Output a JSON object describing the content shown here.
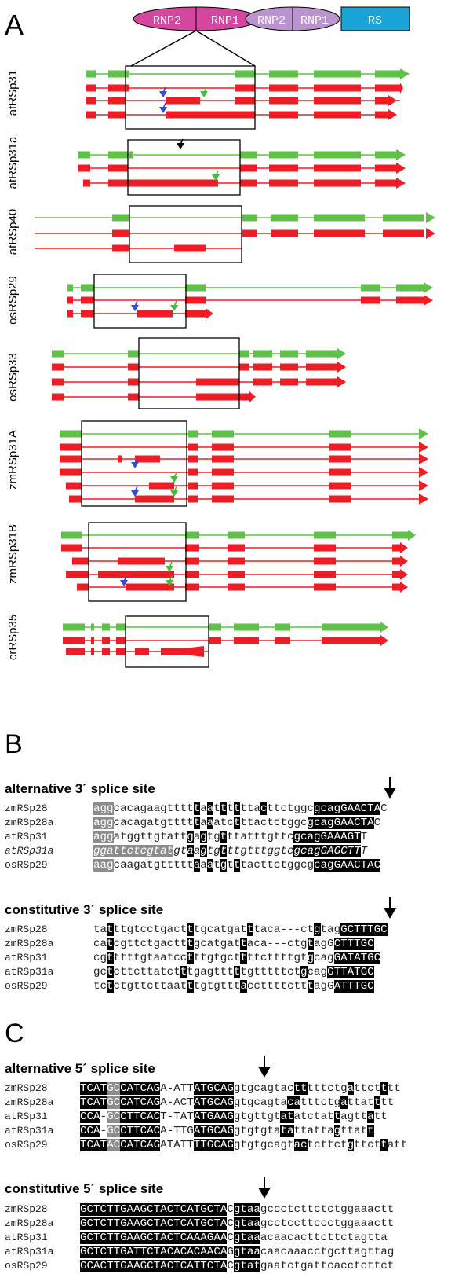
{
  "panels": {
    "A": "A",
    "B": "B",
    "C": "C"
  },
  "domains": {
    "rnp2_a": "RNP2",
    "rnp1_a": "RNP1",
    "rnp2_b": "RNP2",
    "rnp1_b": "RNP1",
    "rs": "RS"
  },
  "colors": {
    "green": "#5fc147",
    "red": "#ee1c24",
    "magenta": "#d4479f",
    "lavender": "#b994cf",
    "cyan": "#1aa3d6",
    "blue_arrow": "#2f4fd0",
    "green_arrow": "#4bbb3f"
  },
  "genes": [
    {
      "name": "atRSp31"
    },
    {
      "name": "atRSp31a"
    },
    {
      "name": "atRSp40"
    },
    {
      "name": "osRSp29"
    },
    {
      "name": "osRSp33"
    },
    {
      "name": "zmRSp31A"
    },
    {
      "name": "zmRSp31B"
    },
    {
      "name": "crRSp35"
    }
  ],
  "sectionB": {
    "alt_title": "alternative 3´ splice site",
    "const_title": "constitutive 3´ splice site",
    "alt_names": [
      "zmRSp28",
      "zmRSp28a",
      "atRSp31",
      "atRSp31a",
      "osRSp29"
    ],
    "const_names": [
      "zmRSp28",
      "zmRSp28a",
      "atRSp31",
      "atRSp31a",
      "osRSp29"
    ],
    "alt_rows": [
      "aggcacagaagtttttaattttttacttctggcgcagGAACTAC",
      "aggcacagatgtttttaaatctttactctggcgcagGAACTAC",
      "aggatggttgtattgagtgtttatttgttcgcagGAAAGTT",
      "ggattctcgtatgtaagtgtttgtttggtcgcagGAGCTTT",
      "aagcaagatgtttttaaatgtttacttctggcgcagGAACTAC"
    ],
    "const_rows": [
      "tatttgtcctgactttgcatgatttaca---ctgtagGCTTTGC",
      "catcgttctgactttgcatgattaca---ctgtagGCTTTGC",
      "cgtttttgtaatcctttgtgcttttcttttgtgcagGATATGC",
      "gctcttcttatctttgagtttttgtttttctgcagGTTATGC",
      "tctctgttcttaatttgtgtttaccttttctttagGATTTGC"
    ]
  },
  "sectionC": {
    "alt_title": "alternative 5´ splice site",
    "const_title": "constitutive 5´ splice site",
    "alt_names": [
      "zmRSp28",
      "zmRSp28a",
      "atRSp31",
      "atRSp31a",
      "osRSp29"
    ],
    "const_names": [
      "zmRSp28",
      "zmRSp28a",
      "atRSp31",
      "atRSp31a",
      "osRSp29"
    ],
    "alt_rows": [
      "TCATGCCATCAGA-ATTATGCAGgtgcagtactttttctgattctttt",
      "TCATGCCATCAGA-ACTATGCAGgtgcagtacatttctgattatttt",
      "CCA-GCCTTCACT-TATATGAAGgtgttgtatatctattagttatt",
      "CCA-GCCTTCACA-TTGATGCAGgtgtgtatattattagttatt",
      "TCATACCATCAGATATTTTGCAGgtgtgcagtactcttctgttcttatt"
    ],
    "const_rows": [
      "GCTCTTGAAGCTACTCATGCTACgtaagccctcttctctggaaactt",
      "GCTCTTGAAGCTACTCATGCTACgtaagcctccttccctggaaactt",
      "GCTCTTGAAGCTACTCAAAGAACgtaaacaacacttcttctagtta",
      "GCTCTTGATTCTACACACAACAGgtaacaacaaacctgcttagttag",
      "GCACTTGAAGCTACTCATTCTACgtatgaatctgattcacctcttct"
    ]
  }
}
